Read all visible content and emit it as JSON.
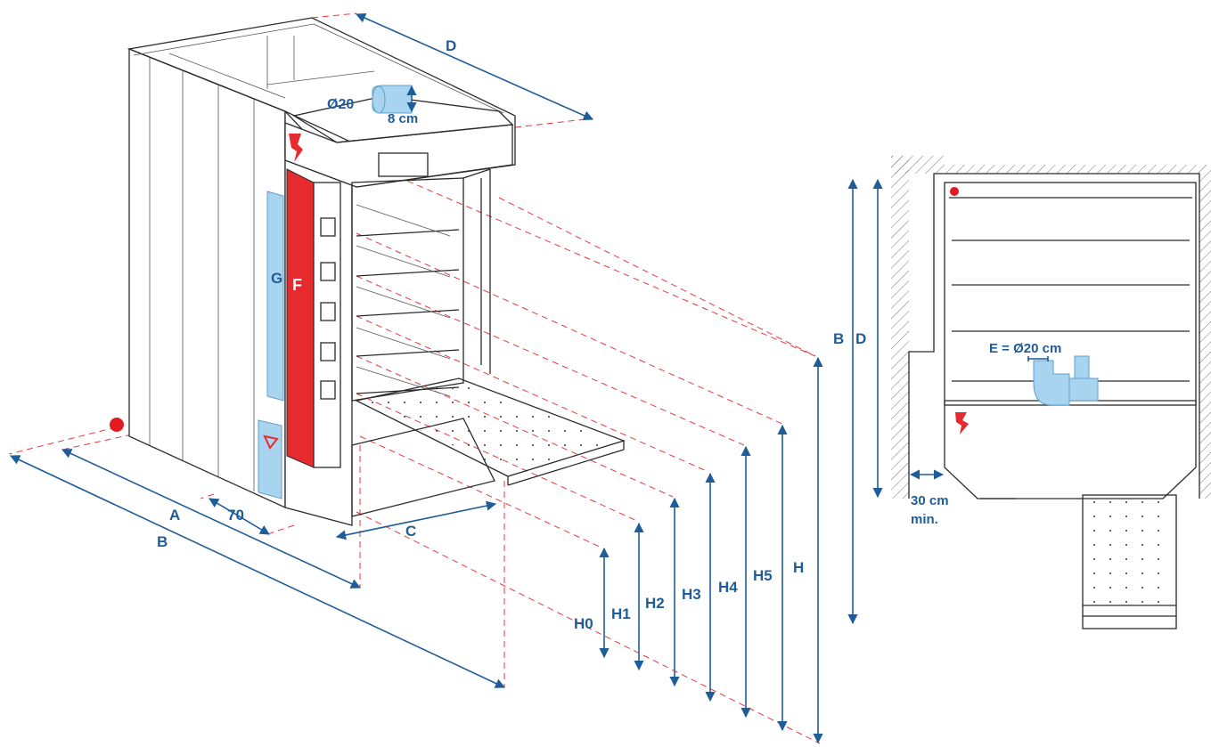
{
  "colors": {
    "dimension": "#1f5d99",
    "reference_line": "#e53a3a",
    "control_panel": "#e62a2e",
    "duct": "#a9d4ef"
  },
  "perspective_view": {
    "labels": {
      "d": "D",
      "duct_diameter": "Ø20",
      "duct_height": "8 cm",
      "g": "G",
      "f": "F",
      "a": "A",
      "b": "B",
      "side_clearance": "70",
      "c": "C",
      "h0": "H0",
      "h1": "H1",
      "h2": "H2",
      "h3": "H3",
      "h4": "H4",
      "h5": "H5",
      "h": "H"
    }
  },
  "plan_view": {
    "labels": {
      "b": "B",
      "d": "D",
      "duct": "E = Ø20 cm",
      "wall_clearance": "30 cm",
      "wall_clearance_note": "min."
    }
  }
}
